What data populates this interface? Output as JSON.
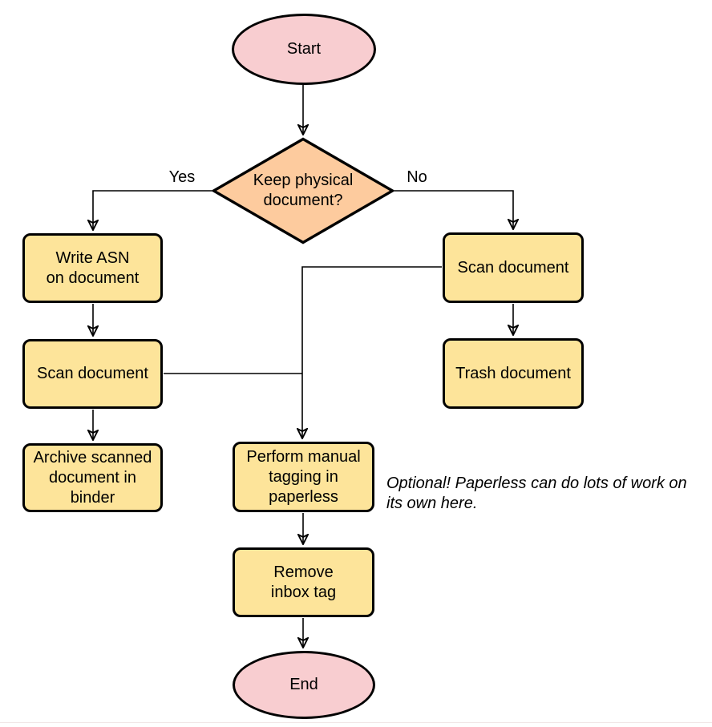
{
  "diagram": {
    "colors": {
      "terminal_fill": "#f8cdd0",
      "process_fill": "#fde49a",
      "decision_fill": "#fdcb9e",
      "stroke": "#000000"
    },
    "nodes": {
      "start": {
        "label": "Start",
        "shape": "ellipse"
      },
      "decision": {
        "label": "Keep physical\ndocument?",
        "shape": "diamond"
      },
      "write_asn": {
        "label": "Write ASN\non document",
        "shape": "rounded-rect"
      },
      "scan_left": {
        "label": "Scan document",
        "shape": "rounded-rect"
      },
      "archive": {
        "label": "Archive scanned\ndocument in\nbinder",
        "shape": "rounded-rect"
      },
      "scan_right": {
        "label": "Scan document",
        "shape": "rounded-rect"
      },
      "trash": {
        "label": "Trash document",
        "shape": "rounded-rect"
      },
      "perform_tagging": {
        "label": "Perform manual\ntagging in\npaperless",
        "shape": "rounded-rect"
      },
      "remove_inbox": {
        "label": "Remove\ninbox tag",
        "shape": "rounded-rect"
      },
      "end": {
        "label": "End",
        "shape": "ellipse"
      }
    },
    "edge_labels": {
      "yes": "Yes",
      "no": "No"
    },
    "annotation": "Optional! Paperless can do lots of work on\nits own here."
  }
}
